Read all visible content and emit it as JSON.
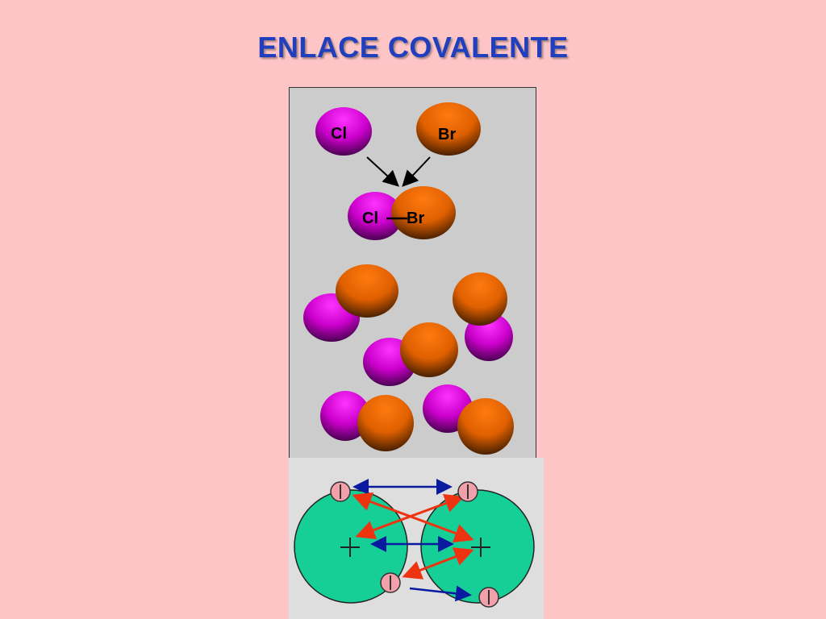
{
  "title": "ENLACE COVALENTE",
  "labels": {
    "cl_top": "Cl",
    "br_top": "Br",
    "cl_bond": "Cl",
    "br_bond": "Br"
  },
  "colors": {
    "background": "#fdc5c5",
    "title": "#1f3fbf",
    "chlorine": "#cc00cc",
    "bromine": "#dd6600",
    "atom_body": "#16cf96",
    "electron": "#f2a0aa",
    "attraction_arrow": "#0a1aa0",
    "repulsion_arrow": "#ee3311"
  },
  "icons": [
    "arrow-icon",
    "plus-nucleus-icon",
    "electron-minus-icon"
  ]
}
